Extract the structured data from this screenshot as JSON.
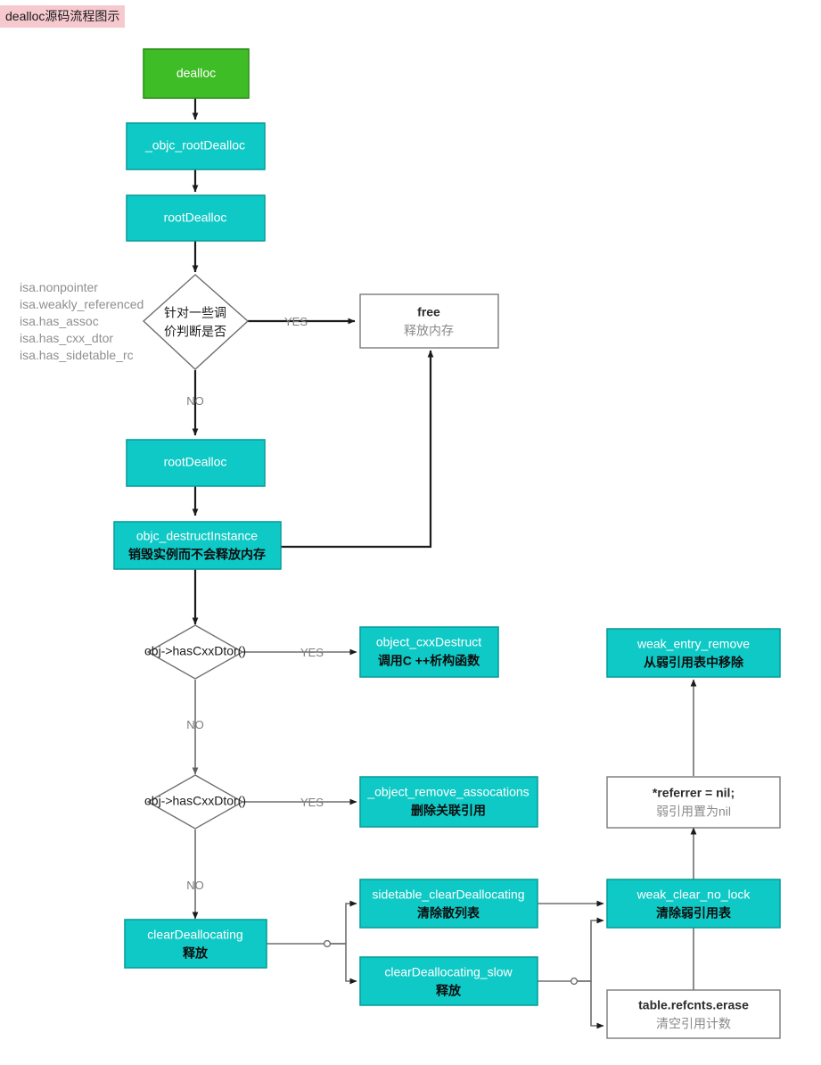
{
  "page": {
    "title": "dealloc源码流程图示",
    "title_bg": "#f6c9cf",
    "background": "#ffffff"
  },
  "palette": {
    "start_green": "#3fbd27",
    "process_teal": "#0fc9c6",
    "plain_white": "#ffffff",
    "border_gray": "#7a7a7a",
    "arrow_dark": "#1b1b1b",
    "arrow_gray": "#6e6e6e",
    "label_gray": "#7d7d7d"
  },
  "notes": {
    "isa_flags": [
      "isa.nonpointer",
      "isa.weakly_referenced",
      "isa.has_assoc",
      "isa.has_cxx_dtor",
      "isa.has_sidetable_rc"
    ]
  },
  "edge_labels": {
    "yes": "YES",
    "no": "NO"
  },
  "nodes": {
    "dealloc": {
      "line1": "dealloc",
      "line2": "",
      "shape": "rect",
      "style": "green"
    },
    "objc_rootdealloc": {
      "line1": "_objc_rootDealloc",
      "line2": "",
      "shape": "rect",
      "style": "teal"
    },
    "rootdealloc_1": {
      "line1": "rootDealloc",
      "line2": "",
      "shape": "rect",
      "style": "teal"
    },
    "decision_isa": {
      "line1": "针对一些调",
      "line2": "价判断是否",
      "shape": "diamond",
      "style": "white"
    },
    "free": {
      "line1": "free",
      "line2": "释放内存",
      "shape": "rect",
      "style": "white"
    },
    "rootdealloc_2": {
      "line1": "rootDealloc",
      "line2": "",
      "shape": "rect",
      "style": "teal"
    },
    "destruct": {
      "line1": "objc_destructInstance",
      "line2": "销毁实例而不会释放内存",
      "shape": "rect",
      "style": "teal"
    },
    "decision_cxx_1": {
      "line1": "obj->hasCxxDtor()",
      "line2": "",
      "shape": "diamond",
      "style": "white"
    },
    "cxx_destruct": {
      "line1": "object_cxxDestruct",
      "line2": "调用C ++析构函数",
      "shape": "rect",
      "style": "teal"
    },
    "decision_cxx_2": {
      "line1": "obj->hasCxxDtor()",
      "line2": "",
      "shape": "diamond",
      "style": "white"
    },
    "remove_assoc": {
      "line1": "_object_remove_assocations",
      "line2": "删除关联引用",
      "shape": "rect",
      "style": "teal"
    },
    "clear_dealloc": {
      "line1": "clearDeallocating",
      "line2": "释放",
      "shape": "rect",
      "style": "teal"
    },
    "sidetable_clear": {
      "line1": "sidetable_clearDeallocating",
      "line2": "清除散列表",
      "shape": "rect",
      "style": "teal"
    },
    "clear_slow": {
      "line1": "clearDeallocating_slow",
      "line2": "释放",
      "shape": "rect",
      "style": "teal"
    },
    "weak_clear": {
      "line1": "weak_clear_no_lock",
      "line2": "清除弱引用表",
      "shape": "rect",
      "style": "teal"
    },
    "refcnts_erase": {
      "line1": "table.refcnts.erase",
      "line2": "清空引用计数",
      "shape": "rect",
      "style": "white"
    },
    "referrer_nil": {
      "line1": "*referrer = nil;",
      "line2": "弱引用置为nil",
      "shape": "rect",
      "style": "white"
    },
    "weak_entry_remove": {
      "line1": "weak_entry_remove",
      "line2": "从弱引用表中移除",
      "shape": "rect",
      "style": "teal"
    }
  }
}
